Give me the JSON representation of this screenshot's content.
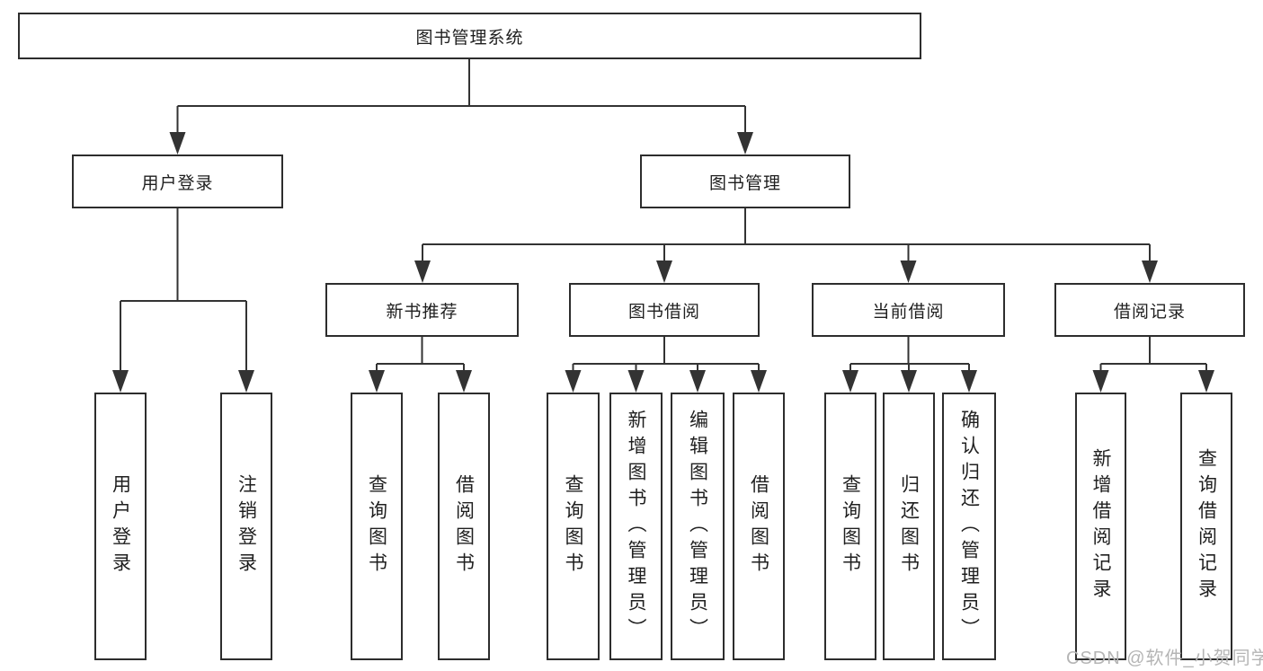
{
  "diagram": {
    "type": "hierarchy-tree",
    "title": "图书管理系统",
    "watermark": "CSDN @软件_小贺同学",
    "colors": {
      "background": "#ffffff",
      "box_border": "#2d2d2d",
      "connector_line": "#333333",
      "text": "#1f1f1f",
      "watermark": "#b5b5b5"
    },
    "nodes": {
      "root": {
        "label": "图书管理系统"
      },
      "user_login": {
        "label": "用户登录"
      },
      "book_mgmt": {
        "label": "图书管理"
      },
      "new_book_rec": {
        "label": "新书推荐"
      },
      "book_borrow": {
        "label": "图书借阅"
      },
      "current_borrow": {
        "label": "当前借阅"
      },
      "borrow_record": {
        "label": "借阅记录"
      },
      "leaf_user_login": {
        "label": "用户登录"
      },
      "leaf_logout": {
        "label": "注销登录"
      },
      "leaf_rec_query": {
        "label": "查询图书"
      },
      "leaf_rec_borrow": {
        "label": "借阅图书"
      },
      "leaf_bb_query": {
        "label": "查询图书"
      },
      "leaf_bb_add": {
        "label": "新增图书（管理员）"
      },
      "leaf_bb_edit": {
        "label": "编辑图书（管理员）"
      },
      "leaf_bb_borrow": {
        "label": "借阅图书"
      },
      "leaf_cb_query": {
        "label": "查询图书"
      },
      "leaf_cb_return": {
        "label": "归还图书"
      },
      "leaf_cb_confirm": {
        "label": "确认归还（管理员）"
      },
      "leaf_br_add": {
        "label": "新增借阅记录"
      },
      "leaf_br_query": {
        "label": "查询借阅记录"
      }
    },
    "hierarchy": {
      "图书管理系统": {
        "用户登录": [
          "用户登录",
          "注销登录"
        ],
        "图书管理": {
          "新书推荐": [
            "查询图书",
            "借阅图书"
          ],
          "图书借阅": [
            "查询图书",
            "新增图书（管理员）",
            "编辑图书（管理员）",
            "借阅图书"
          ],
          "当前借阅": [
            "查询图书",
            "归还图书",
            "确认归还（管理员）"
          ],
          "借阅记录": [
            "新增借阅记录",
            "查询借阅记录"
          ]
        }
      }
    }
  }
}
